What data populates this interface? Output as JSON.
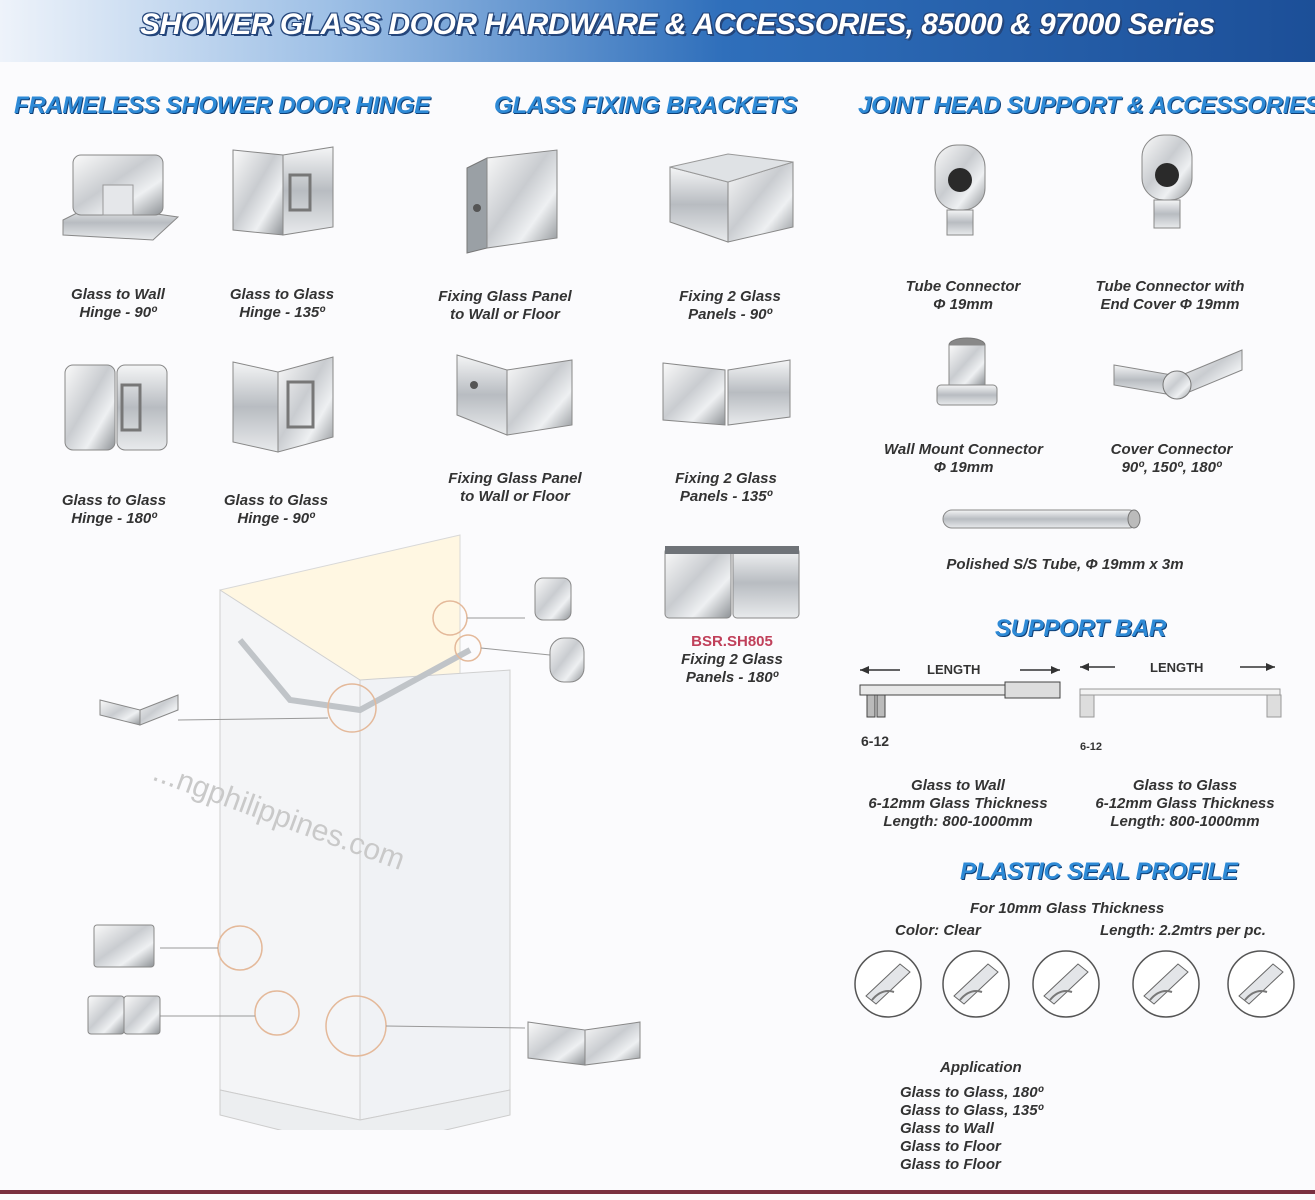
{
  "header": {
    "title": "SHOWER GLASS DOOR HARDWARE & ACCESSORIES, 85000 & 97000 Series"
  },
  "sections": {
    "hinge": {
      "title": "FRAMELESS SHOWER DOOR HINGE",
      "items": [
        {
          "line1": "Glass to Wall",
          "line2": "Hinge - 90º"
        },
        {
          "line1": "Glass to Glass",
          "line2": "Hinge - 135º"
        },
        {
          "line1": "Glass to Glass",
          "line2": "Hinge - 180º"
        },
        {
          "line1": "Glass to Glass",
          "line2": "Hinge - 90º"
        }
      ]
    },
    "brackets": {
      "title": "GLASS FIXING BRACKETS",
      "items": [
        {
          "line1": "Fixing Glass Panel",
          "line2": "to Wall or Floor"
        },
        {
          "line1": "Fixing 2 Glass",
          "line2": "Panels - 90º"
        },
        {
          "line1": "Fixing Glass Panel",
          "line2": "to Wall or Floor"
        },
        {
          "line1": "Fixing 2 Glass",
          "line2": "Panels - 135º"
        },
        {
          "code": "BSR.SH805",
          "line1": "Fixing 2 Glass",
          "line2": "Panels - 180º"
        }
      ]
    },
    "joint": {
      "title": "JOINT HEAD SUPPORT & ACCESSORIES",
      "items": [
        {
          "line1": "Tube Connector",
          "line2": "Φ 19mm"
        },
        {
          "line1": "Tube Connector with",
          "line2": "End Cover Φ 19mm"
        },
        {
          "line1": "Wall Mount Connector",
          "line2": "Φ 19mm"
        },
        {
          "line1": "Cover Connector",
          "line2": "90º, 150º, 180º"
        }
      ],
      "tube": "Polished S/S Tube, Φ 19mm x 3m"
    },
    "support": {
      "title": "SUPPORT BAR",
      "length_label": "LENGTH",
      "thickness_label": "6-12",
      "items": [
        {
          "line1": "Glass to Wall",
          "line2": "6-12mm Glass Thickness",
          "line3": "Length: 800-1000mm"
        },
        {
          "line1": "Glass to Glass",
          "line2": "6-12mm Glass Thickness",
          "line3": "Length: 800-1000mm"
        }
      ]
    },
    "seal": {
      "title": "PLASTIC SEAL PROFILE",
      "subtitle": "For 10mm Glass Thickness",
      "color": "Color: Clear",
      "length": "Length: 2.2mtrs per pc.",
      "application_title": "Application",
      "applications": [
        "Glass to Glass, 180º",
        "Glass to Glass, 135º",
        "Glass to Wall",
        "Glass to Floor",
        "Glass to Floor"
      ]
    }
  },
  "watermark": "...ngphilippines.com",
  "colors": {
    "accent": "#2e8ad6",
    "banner": "#1c4f98",
    "code": "#c0405a"
  }
}
